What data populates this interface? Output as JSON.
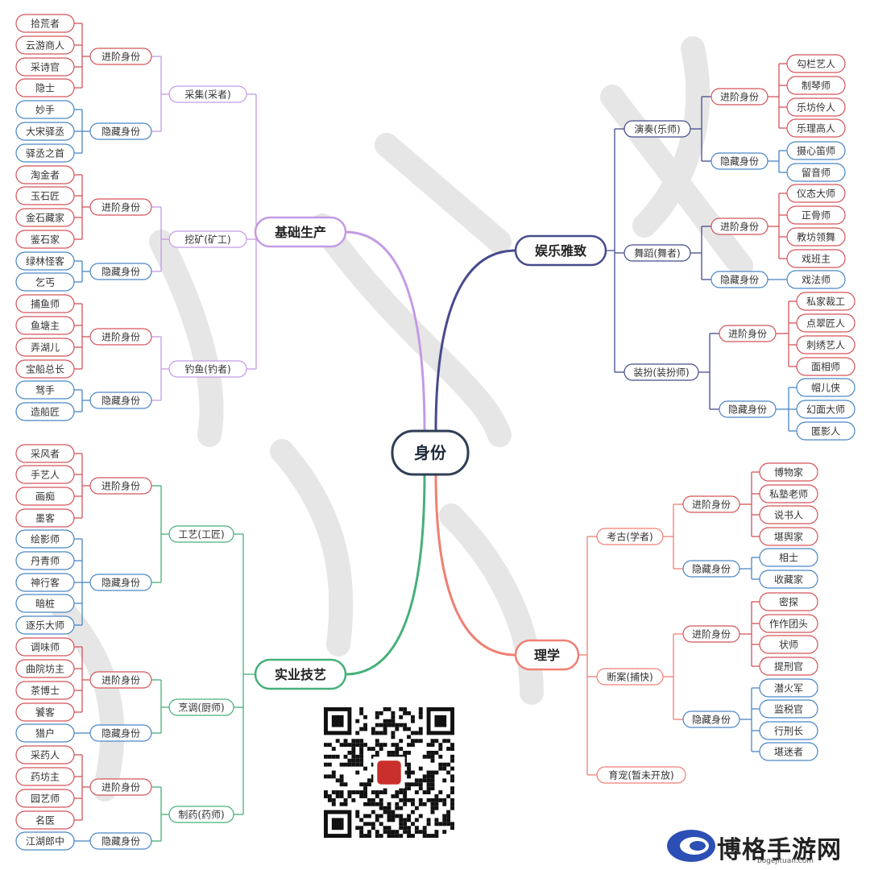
{
  "root": "身份",
  "branch_colors": {
    "basic": "#c49ae4",
    "ent": "#464b8c",
    "craft": "#46b079",
    "sci": "#f07f73",
    "advanced": "#d4545a",
    "hidden": "#4a86c5"
  },
  "branches": {
    "basic": {
      "title": "基础生产",
      "subs": [
        {
          "name": "采集(采者)",
          "groups": [
            {
              "label": "进阶身份",
              "items": [
                "拾荒者",
                "云游商人",
                "采诗官",
                "隐士"
              ]
            },
            {
              "label": "隐藏身份",
              "items": [
                "妙手",
                "大宋驿丞",
                "驿丞之首"
              ]
            }
          ]
        },
        {
          "name": "挖矿(矿工)",
          "groups": [
            {
              "label": "进阶身份",
              "items": [
                "淘金者",
                "玉石匠",
                "金石藏家",
                "鉴石家"
              ]
            },
            {
              "label": "隐藏身份",
              "items": [
                "绿林怪客",
                "乞丐"
              ]
            }
          ]
        },
        {
          "name": "钓鱼(钓者)",
          "groups": [
            {
              "label": "进阶身份",
              "items": [
                "捕鱼师",
                "鱼塘主",
                "弄湖儿",
                "宝船总长"
              ]
            },
            {
              "label": "隐藏身份",
              "items": [
                "驽手",
                "造船匠"
              ]
            }
          ]
        }
      ]
    },
    "craft": {
      "title": "实业技艺",
      "subs": [
        {
          "name": "工艺(工匠)",
          "groups": [
            {
              "label": "进阶身份",
              "items": [
                "采风者",
                "手艺人",
                "画痴",
                "墨客"
              ]
            },
            {
              "label": "隐藏身份",
              "items": [
                "绘影师",
                "丹青师",
                "神行客",
                "暗桩",
                "逐乐大师"
              ]
            }
          ]
        },
        {
          "name": "烹调(厨师)",
          "groups": [
            {
              "label": "进阶身份",
              "items": [
                "调味师",
                "曲院坊主",
                "茶博士",
                "饕客"
              ]
            },
            {
              "label": "隐藏身份",
              "items": [
                "猎户"
              ]
            }
          ]
        },
        {
          "name": "制药(药师)",
          "groups": [
            {
              "label": "进阶身份",
              "items": [
                "采药人",
                "药坊主",
                "园艺师",
                "名医"
              ]
            },
            {
              "label": "隐藏身份",
              "items": [
                "江湖郎中"
              ]
            }
          ]
        }
      ]
    },
    "ent": {
      "title": "娱乐雅致",
      "subs": [
        {
          "name": "演奏(乐师)",
          "groups": [
            {
              "label": "进阶身份",
              "items": [
                "勾栏艺人",
                "制琴师",
                "乐坊伶人",
                "乐理高人"
              ]
            },
            {
              "label": "隐藏身份",
              "items": [
                "摄心笛师",
                "留音师"
              ]
            }
          ]
        },
        {
          "name": "舞蹈(舞者)",
          "groups": [
            {
              "label": "进阶身份",
              "items": [
                "仪态大师",
                "正骨师",
                "教坊领舞",
                "戏班主"
              ]
            },
            {
              "label": "隐藏身份",
              "items": [
                "戏法师"
              ]
            }
          ]
        },
        {
          "name": "装扮(装扮师)",
          "groups": [
            {
              "label": "进阶身份",
              "items": [
                "私家裁工",
                "点翠匠人",
                "刺绣艺人",
                "面相师"
              ]
            },
            {
              "label": "隐藏身份",
              "items": [
                "帽儿侠",
                "幻面大师",
                "匿影人"
              ]
            }
          ]
        }
      ]
    },
    "sci": {
      "title": "理学",
      "subs": [
        {
          "name": "考古(学者)",
          "groups": [
            {
              "label": "进阶身份",
              "items": [
                "博物家",
                "私塾老师",
                "说书人",
                "堪舆家"
              ]
            },
            {
              "label": "隐藏身份",
              "items": [
                "相士",
                "收藏家"
              ]
            }
          ]
        },
        {
          "name": "断案(捕快)",
          "groups": [
            {
              "label": "进阶身份",
              "items": [
                "密探",
                "作作团头",
                "状师",
                "提刑官"
              ]
            },
            {
              "label": "隐藏身份",
              "items": [
                "潜火军",
                "监税官",
                "行刑长",
                "堪迷者"
              ]
            }
          ]
        },
        {
          "name": "育宠(暂未开放)",
          "groups": []
        }
      ]
    }
  },
  "logo": {
    "name": "博格手游网",
    "url": "bogejituan.com"
  },
  "qr_icon": "qr-code"
}
